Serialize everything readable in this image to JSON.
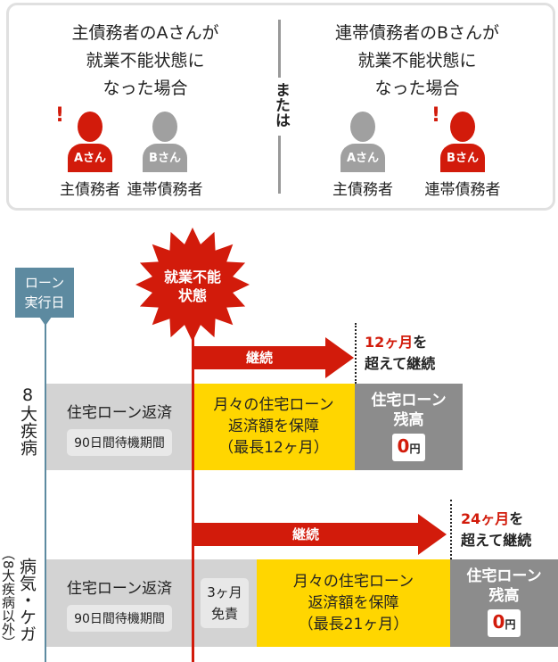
{
  "case_a": {
    "line1": "主債務者のAさんが",
    "line2": "就業不能状態に",
    "line3": "なった場合"
  },
  "case_b": {
    "line1": "連帯債務者のBさんが",
    "line2": "就業不能状態に",
    "line3": "なった場合"
  },
  "or_label": "または",
  "person_a": "Aさん",
  "person_b": "Bさん",
  "role_main": "主債務者",
  "role_joint": "連帯債務者",
  "exclamation": "!",
  "loan_marker": {
    "line1": "ローン",
    "line2": "実行日"
  },
  "burst": {
    "line1": "就業不能",
    "line2": "状態"
  },
  "row1": {
    "label": "8大疾病",
    "arrow": "継続",
    "repay": "住宅ローン返済",
    "wait": "90日間待機期間",
    "guarantee1": "月々の住宅ローン",
    "guarantee2": "返済額を保障",
    "guarantee3": "（最長12ヶ月）",
    "note_red": "12ヶ月",
    "note1": "を",
    "note2": "超えて継続",
    "balance1": "住宅ローン",
    "balance2": "残高",
    "zero": "0",
    "yen": "円"
  },
  "row2": {
    "label": "病気・ケガ",
    "label_sub": "（8大疾病以外）",
    "arrow": "継続",
    "repay": "住宅ローン返済",
    "wait": "90日間待機期間",
    "exempt1": "3ヶ月",
    "exempt2": "免責",
    "guarantee1": "月々の住宅ローン",
    "guarantee2": "返済額を保障",
    "guarantee3": "（最長21ヶ月）",
    "note_red": "24ヶ月",
    "note1": "を",
    "note2": "超えて継続",
    "balance1": "住宅ローン",
    "balance2": "残高",
    "zero": "0",
    "yen": "円"
  },
  "colors": {
    "red": "#d21b0b",
    "yellow": "#ffd600",
    "gray": "#d3d3d3",
    "dark": "#8c8c8c",
    "marker": "#5d8aa0"
  }
}
